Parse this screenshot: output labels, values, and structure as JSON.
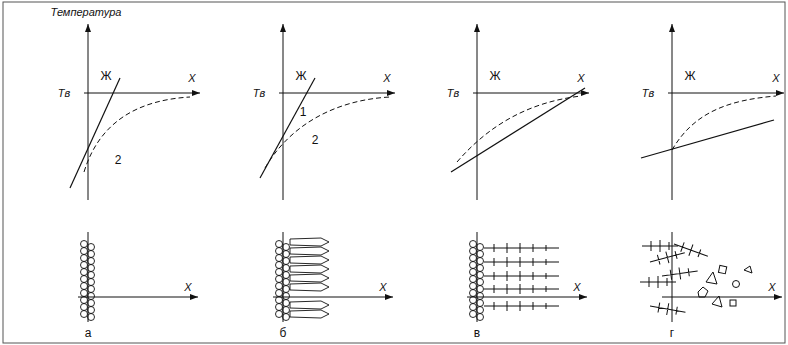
{
  "diagram": {
    "labels": [
      "Температура",
      "Tв",
      "Ж",
      "X",
      "2",
      "X",
      "а",
      "Tв",
      "Ж",
      "1",
      "2",
      "X",
      "X",
      "б",
      "Tв",
      "Ж",
      "X",
      "X",
      "в",
      "Tв",
      "Ж",
      "X",
      "X",
      "г"
    ]
  }
}
